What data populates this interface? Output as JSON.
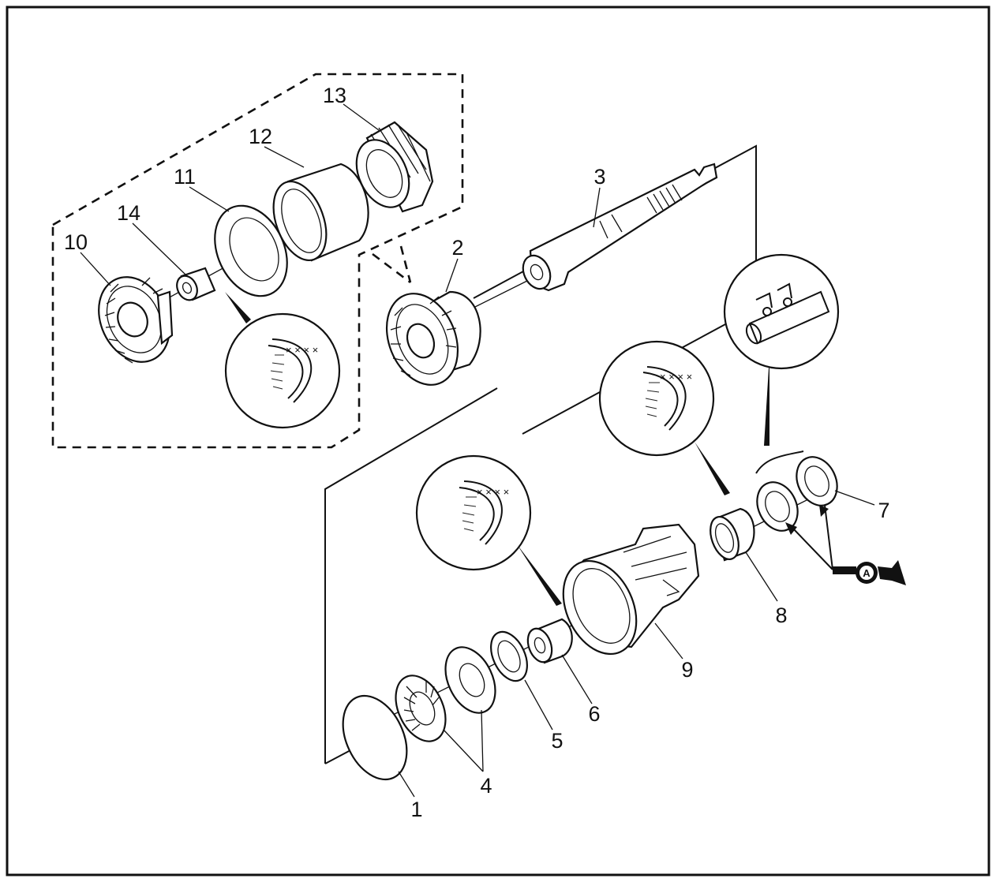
{
  "diagram": {
    "callouts": {
      "p1": "1",
      "p2": "2",
      "p3": "3",
      "p4": "4",
      "p5": "5",
      "p6": "6",
      "p7": "7",
      "p8": "8",
      "p9": "9",
      "p10": "10",
      "p11": "11",
      "p12": "12",
      "p13": "13",
      "p14": "14"
    },
    "tool_marker": "A"
  },
  "icons": [
    "grease-gun-icon",
    "detail-magnifier-icon",
    "seal-lip-detail-icon"
  ]
}
